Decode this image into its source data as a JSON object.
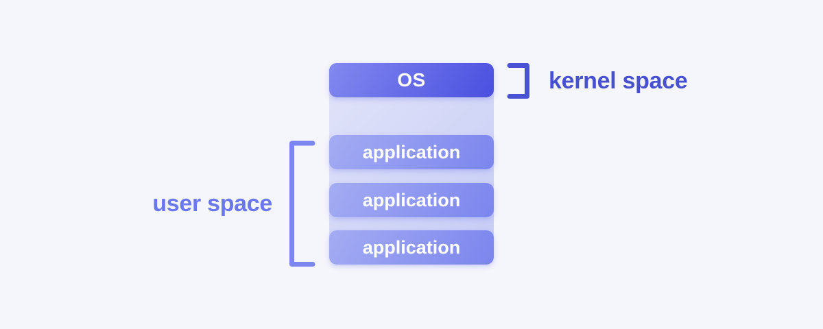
{
  "diagram": {
    "stack": {
      "os_label": "OS",
      "applications": [
        "application",
        "application",
        "application"
      ]
    },
    "labels": {
      "kernel_space": "kernel space",
      "user_space": "user space"
    },
    "icons": {
      "kernel_bracket": "right-square-bracket",
      "user_bracket": "left-square-bracket"
    },
    "colors": {
      "background": "#f5f6fb",
      "os_gradient_start": "#8289ef",
      "os_gradient_end": "#4a4fe0",
      "app_gradient_start": "#a4acf3",
      "app_gradient_end": "#7b85ee",
      "container_gradient_start": "#e2e4f9",
      "container_gradient_end": "#c5cbf5",
      "box_text": "#ffffff",
      "kernel_label": "#4751ce",
      "user_label": "#6b77ef",
      "kernel_bracket": "#4a52d4",
      "user_bracket": "#7b86f0"
    }
  }
}
